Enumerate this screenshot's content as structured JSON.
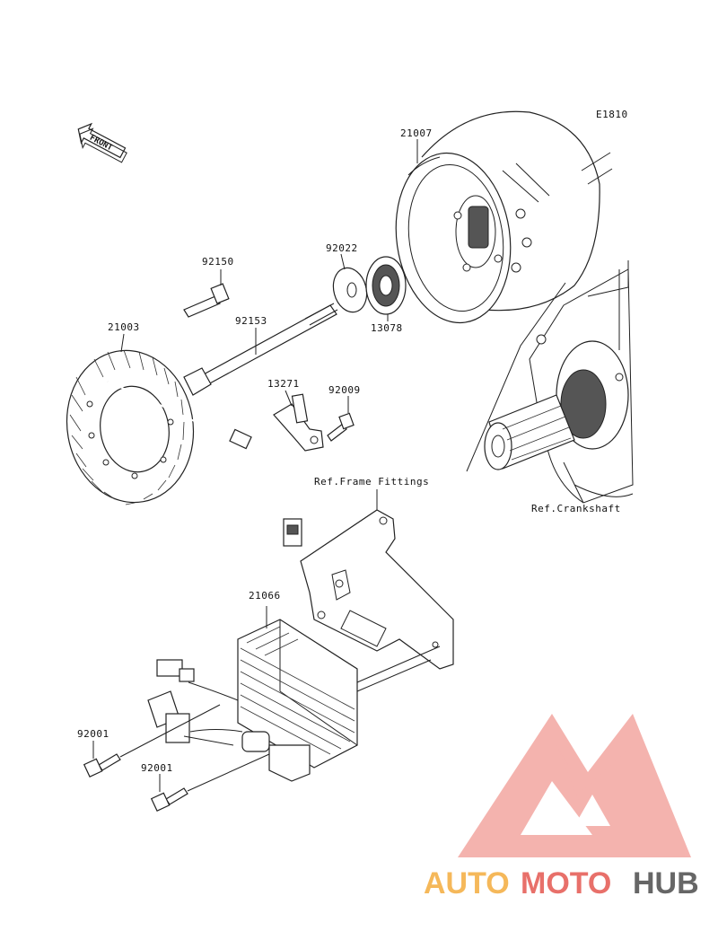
{
  "diagram_id": "E1810",
  "front_label": "FRONT",
  "parts": {
    "p21007": "21007",
    "p92022": "92022",
    "p13078": "13078",
    "p92150": "92150",
    "p92153": "92153",
    "p21003": "21003",
    "p13271": "13271",
    "p92009": "92009",
    "p21066": "21066",
    "p92001a": "92001",
    "p92001b": "92001"
  },
  "refs": {
    "frame": "Ref.Frame Fittings",
    "crank": "Ref.Crankshaft"
  },
  "watermark": {
    "auto": "AUTO",
    "moto": "MOTO",
    "hub": "HUB",
    "color_light": "#f5a623",
    "color_red": "#e8413b",
    "color_grey": "#555555"
  }
}
